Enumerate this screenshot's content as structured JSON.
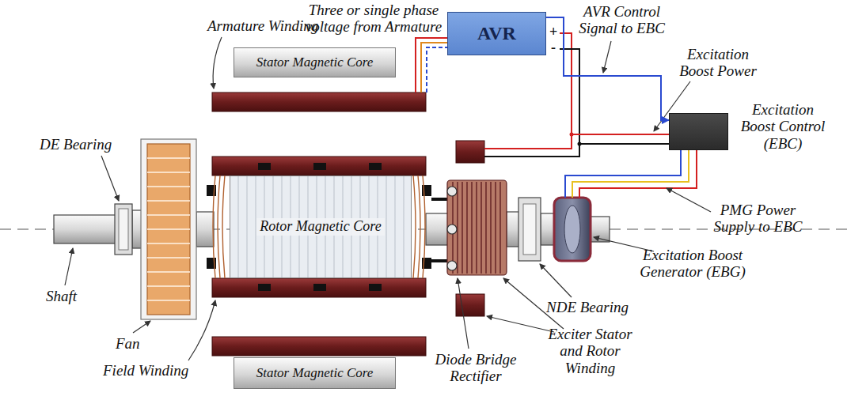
{
  "diagram": {
    "nodes": [
      {
        "text": [
          "Stator Magnetic Core"
        ]
      },
      {
        "text": [
          "AVR"
        ]
      },
      {
        "text": [
          "Excitation Boost Control (EBC)"
        ]
      },
      {
        "text": [
          "Rotor Magnetic Core"
        ]
      },
      {
        "text": [
          "Stator Magnetic Core"
        ]
      }
    ],
    "edges": [
      {
        "from": 1,
        "to": 2,
        "arrow": "to"
      }
    ],
    "labels": [
      "Three or single phase voltage from Armature",
      "AVR Control Signal to EBC",
      "Excitation Boost Power",
      "Armature Winding",
      "DE Bearing",
      "Shaft",
      "Fan",
      "Field Winding",
      "Diode Bridge Rectifier",
      "Exciter Stator and Rotor Winding",
      "NDE Bearing",
      "Excitation Boost Generator (EBG)",
      "PMG Power Supply to EBC",
      "+",
      "-"
    ]
  }
}
